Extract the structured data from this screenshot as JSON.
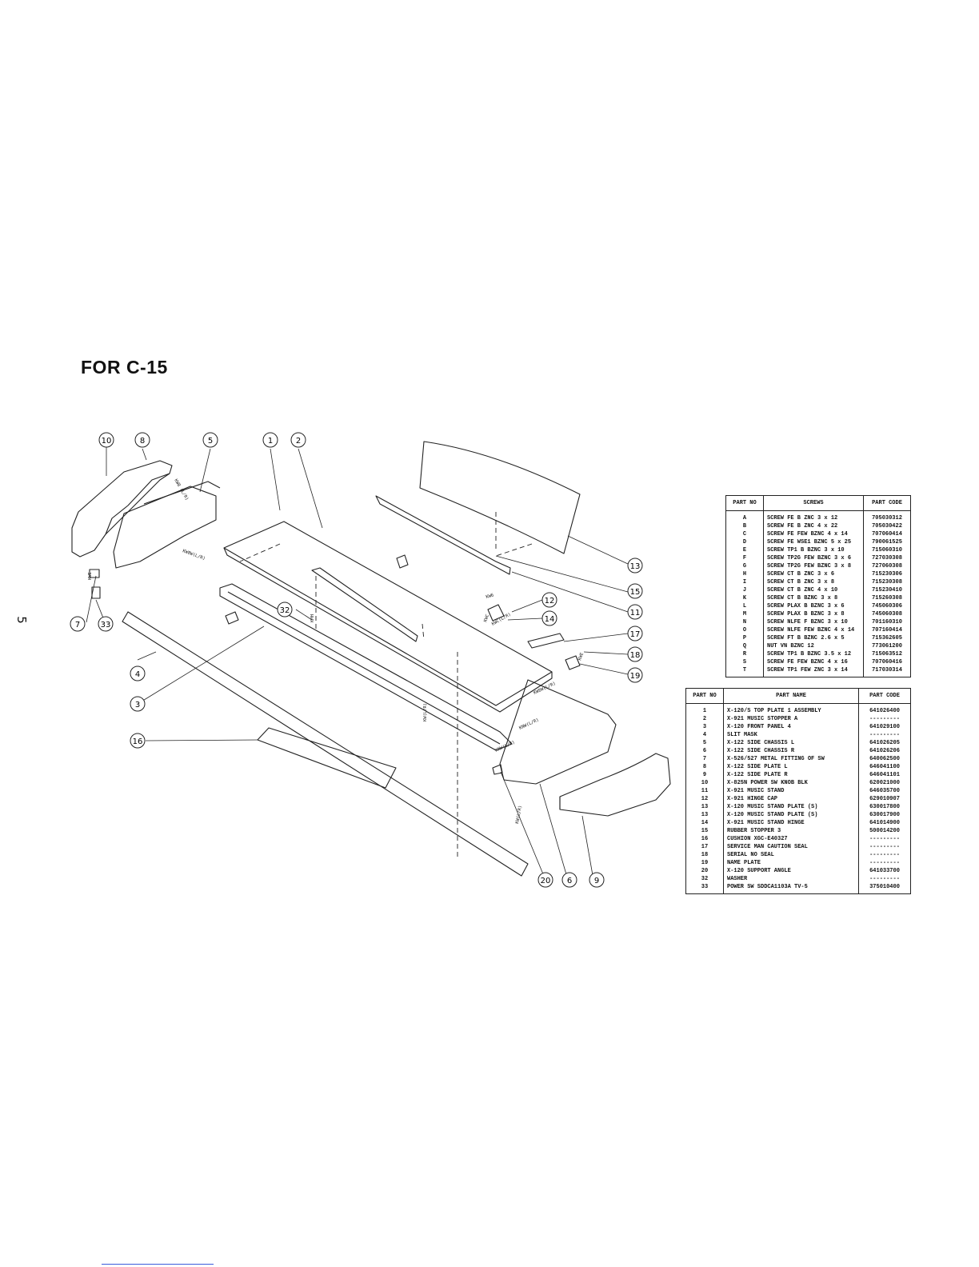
{
  "page_number": "5",
  "title": "FOR C-15",
  "callouts": [
    "10",
    "8",
    "5",
    "1",
    "2",
    "13",
    "15",
    "11",
    "12",
    "14",
    "17",
    "18",
    "19",
    "7",
    "33",
    "32",
    "4",
    "3",
    "16",
    "20",
    "6",
    "9"
  ],
  "diagram_labels": {
    "kwh_upper": "KW8 (L/R)",
    "kwa_left": "KW8W(L/R)",
    "kw_upper": "KW6",
    "kwe": "KWE",
    "kwc": "KWC",
    "kwc_lr": "KWC(L/R)",
    "kw8w_right": "KW8W(L/R)",
    "kwe_right": "KWE",
    "knw_lr": "KNW(L/R)",
    "knw2": "KNW(L/R)",
    "kw_lr": "KW(L/R)",
    "kwp_lr": "KW(L/R)",
    "kmh": "KMH"
  },
  "screws_table": {
    "headers": [
      "PART NO",
      "SCREWS",
      "PART CODE"
    ],
    "rows": [
      [
        "A",
        "SCREW FE B ZNC 3 x 12",
        "705030312"
      ],
      [
        "B",
        "SCREW FE B ZNC 4 x 22",
        "705030422"
      ],
      [
        "C",
        "SCREW FE FEW BZNC 4 x 14",
        "707060414"
      ],
      [
        "D",
        "SCREW FE WSE1 BZNC 5 x 25",
        "790061525"
      ],
      [
        "E",
        "SCREW TP1 B BZNC 3 x 10",
        "715060310"
      ],
      [
        "F",
        "SCREW TP2G FEW BZNC 3 x 6",
        "727030308"
      ],
      [
        "G",
        "SCREW TP2G FEW BZNC 3 x 8",
        "727060308"
      ],
      [
        "H",
        "SCREW CT B ZNC 3 x 6",
        "715230306"
      ],
      [
        "I",
        "SCREW CT B ZNC 3 x 8",
        "715230308"
      ],
      [
        "J",
        "SCREW CT B ZNC 4 x 10",
        "715230410"
      ],
      [
        "K",
        "SCREW CT B BZNC 3 x 8",
        "715260308"
      ],
      [
        "L",
        "SCREW PLAX B BZNC 3 x 6",
        "745060306"
      ],
      [
        "M",
        "SCREW PLAX B BZNC 3 x 8",
        "745060308"
      ],
      [
        "N",
        "SCREW NLFE F BZNC 3 x 10",
        "701160310"
      ],
      [
        "O",
        "SCREW NLFE FEW BZNC 4 x 14",
        "707160414"
      ],
      [
        "P",
        "SCREW FT B BZNC 2.6 x 5",
        "715362605"
      ],
      [
        "Q",
        "NUT VN BZNC 12",
        "773061200"
      ],
      [
        "R",
        "SCREW TP1 B BZNC 3.5 x 12",
        "715063512"
      ],
      [
        "S",
        "SCREW FE FEW BZNC 4 x 16",
        "707060416"
      ],
      [
        "T",
        "SCREW TP1 FEW ZNC 3 x 14",
        "717030314"
      ]
    ]
  },
  "parts_table": {
    "headers": [
      "PART NO",
      "PART NAME",
      "PART CODE"
    ],
    "rows": [
      [
        "1",
        "X-120/S TOP PLATE 1 ASSEMBLY",
        "641026400"
      ],
      [
        "2",
        "X-921 MUSIC STOPPER A",
        "---------"
      ],
      [
        "3",
        "X-120 FRONT PANEL 4",
        "641029100"
      ],
      [
        "4",
        "SLIT MASK",
        "---------"
      ],
      [
        "5",
        "X-122 SIDE CHASSIS L",
        "641026205"
      ],
      [
        "6",
        "X-122 SIDE CHASSIS R",
        "641026206"
      ],
      [
        "7",
        "X-526/527 METAL FITTING OF SW",
        "640062500"
      ],
      [
        "8",
        "X-122 SIDE PLATE L",
        "646041100"
      ],
      [
        "9",
        "X-122 SIDE PLATE R",
        "646041101"
      ],
      [
        "10",
        "X-825N POWER SW KNOB BLK",
        "620021000"
      ],
      [
        "11",
        "X-921 MUSIC STAND",
        "646035700"
      ],
      [
        "12",
        "X-921 HINGE CAP",
        "629010907"
      ],
      [
        "13",
        "X-120 MUSIC STAND PLATE (S)",
        "630017800"
      ],
      [
        "13",
        "X-120 MUSIC STAND PLATE (S)",
        "630017900"
      ],
      [
        "14",
        "X-921 MUSIC STAND HINGE",
        "641014900"
      ],
      [
        "15",
        "RUBBER STOPPER 3",
        "500014200"
      ],
      [
        "16",
        "CUSHION XGC-E40327",
        "---------"
      ],
      [
        "17",
        "SERVICE MAN CAUTION SEAL",
        "---------"
      ],
      [
        "18",
        "SERIAL NO SEAL",
        "---------"
      ],
      [
        "19",
        "NAME PLATE",
        "---------"
      ],
      [
        "20",
        "X-120 SUPPORT ANGLE",
        "641033700"
      ],
      [
        "32",
        "WASHER",
        "---------"
      ],
      [
        "33",
        "POWER SW SDDCA1103A TV-5",
        "375010400"
      ]
    ]
  }
}
